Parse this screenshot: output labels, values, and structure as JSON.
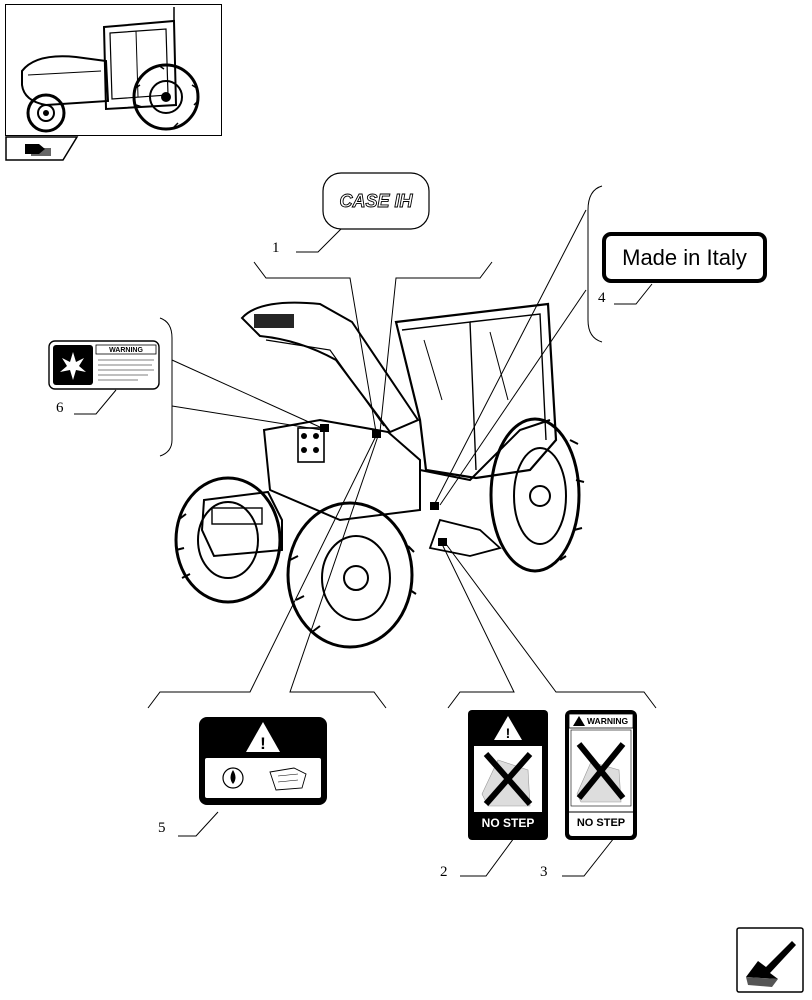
{
  "decals": {
    "made_in": "Made in Italy",
    "logo": "CASE IH",
    "no_step": "NO STEP",
    "warning": "WARNING"
  },
  "callouts": [
    "1",
    "2",
    "3",
    "4",
    "5",
    "6"
  ],
  "icons": {
    "view_icon": "tractor-view-icon",
    "nav_arrow": "next-page-arrow-icon"
  }
}
